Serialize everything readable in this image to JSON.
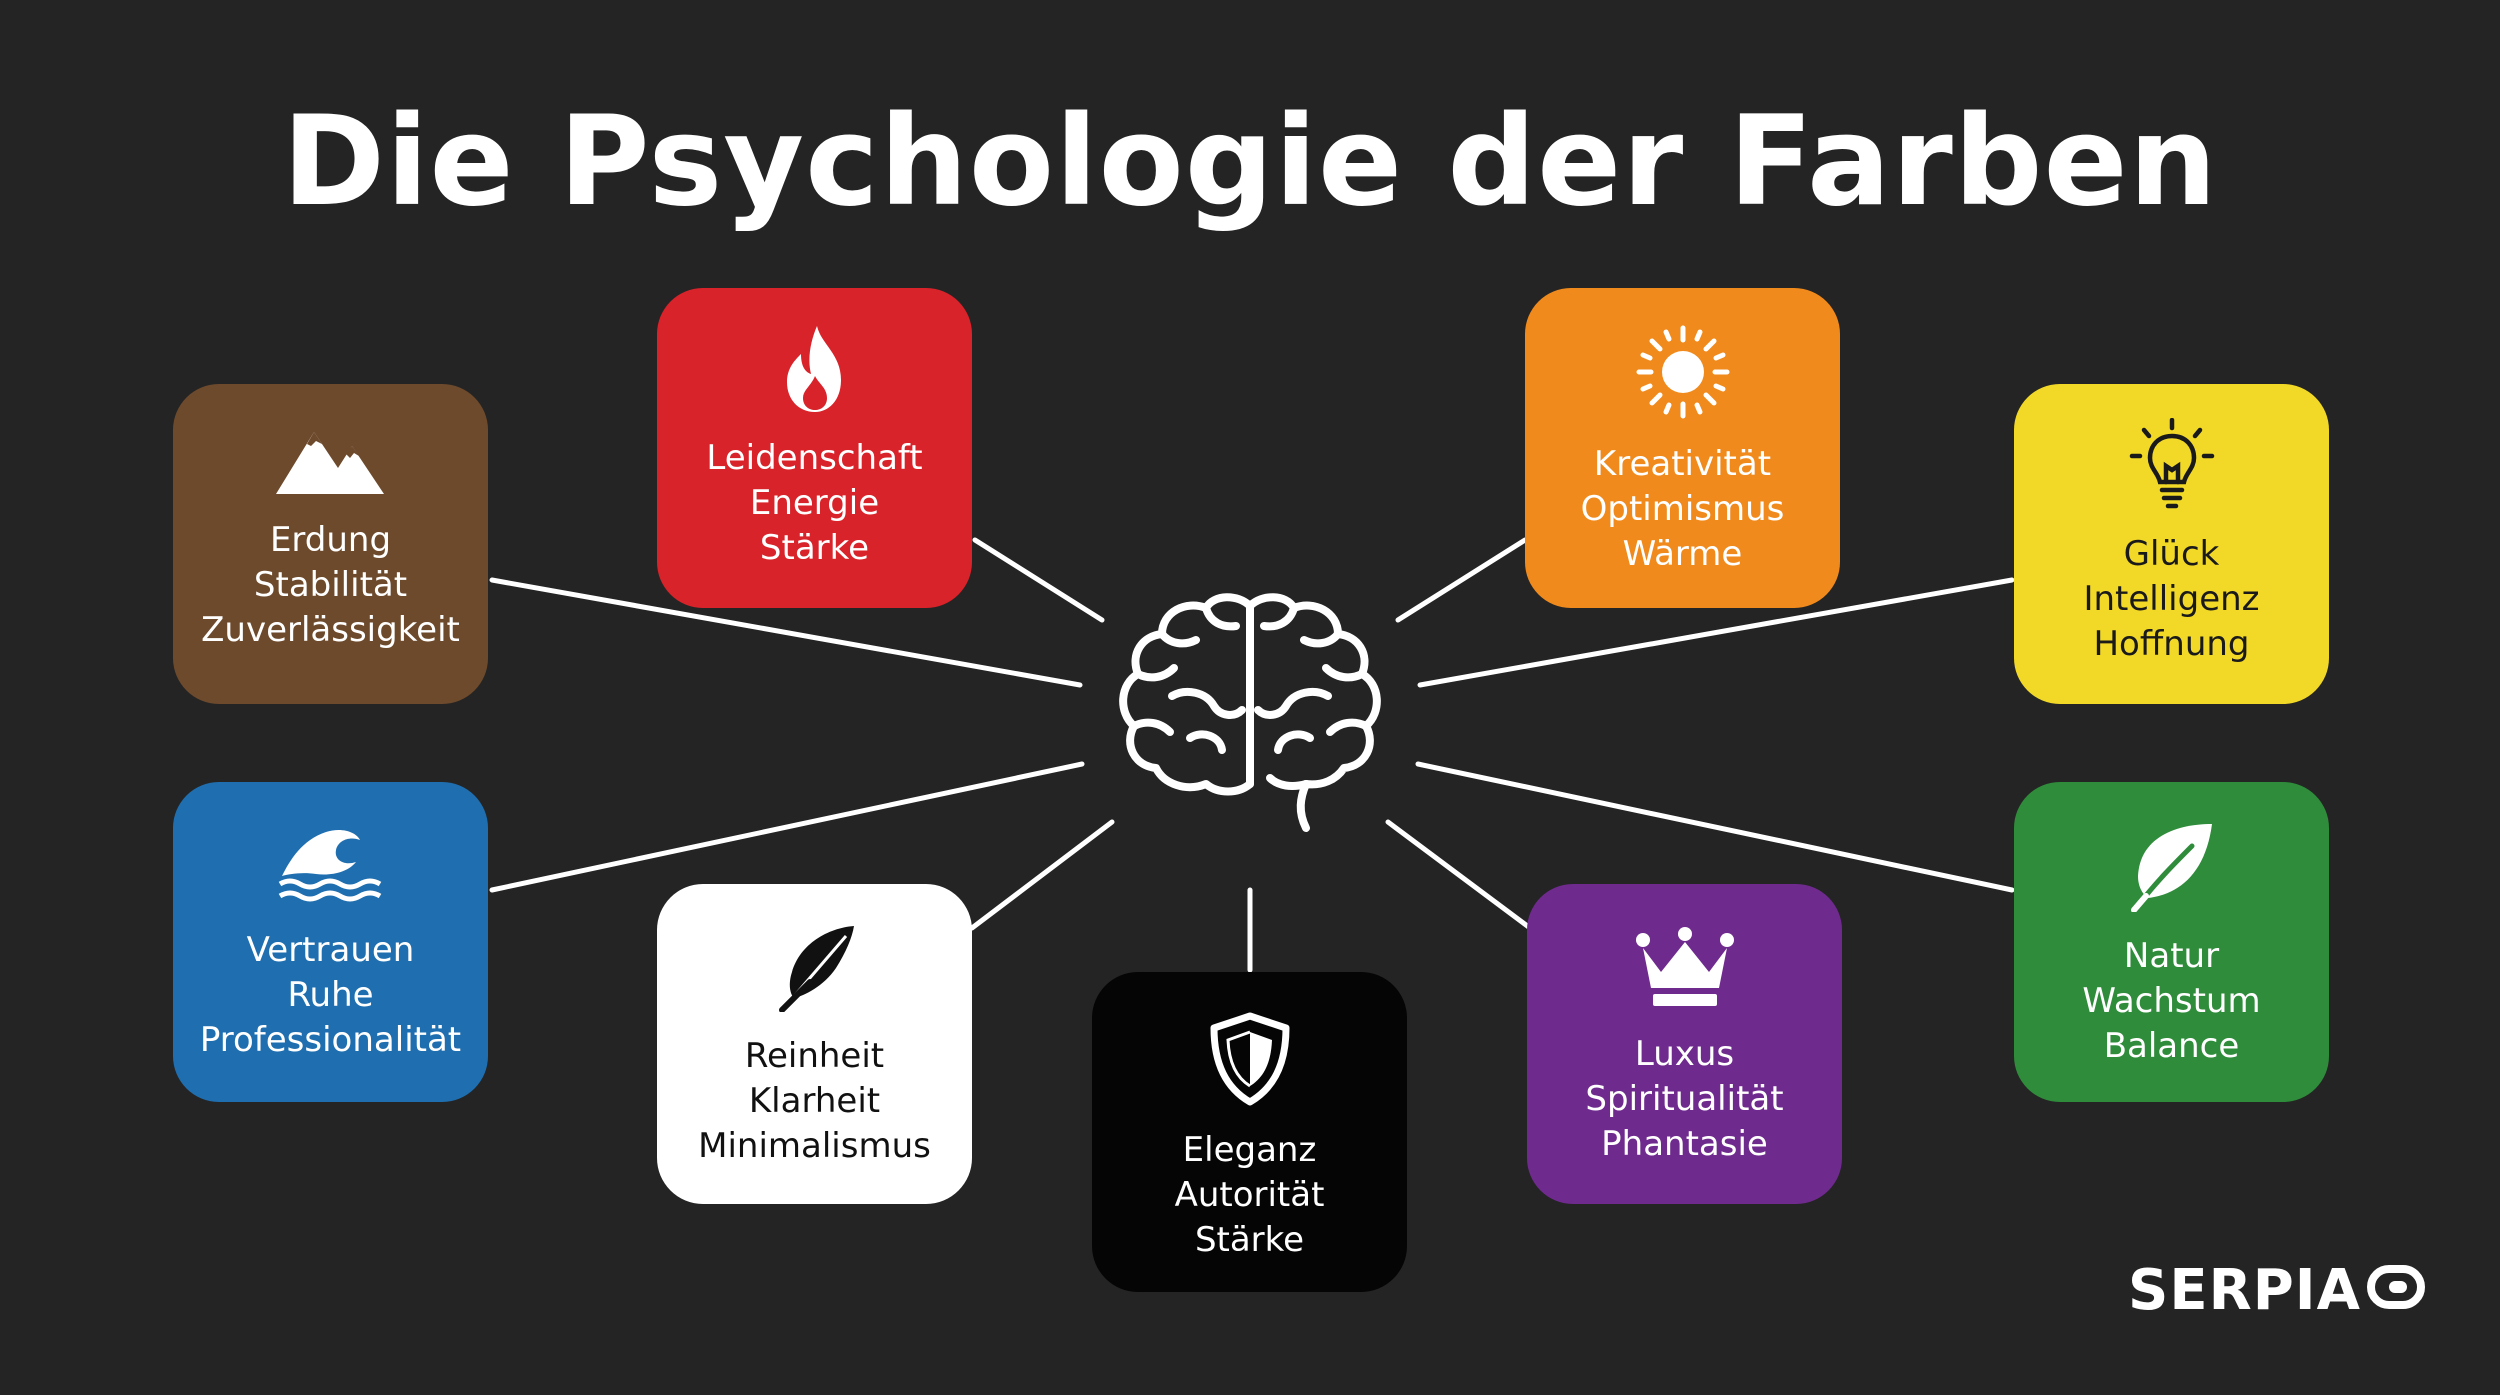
{
  "title": "Die Psychologie der Farben",
  "logo": "SERPIA",
  "cards": {
    "red": {
      "words": [
        "Leidenschaft",
        "Energie",
        "Stärke"
      ],
      "color": "#d8232a",
      "text_color": "#ffffff",
      "icon": "flame-icon"
    },
    "brown": {
      "words": [
        "Erdung",
        "Stabilität",
        "Zuverlässigkeit"
      ],
      "color": "#6e4a2c",
      "text_color": "#ffffff",
      "icon": "mountain-icon"
    },
    "blue": {
      "words": [
        "Vertrauen",
        "Ruhe",
        "Professionalität"
      ],
      "color": "#1f6fb0",
      "text_color": "#ffffff",
      "icon": "wave-icon"
    },
    "white": {
      "words": [
        "Reinheit",
        "Klarheit",
        "Minimalismus"
      ],
      "color": "#ffffff",
      "text_color": "#111111",
      "icon": "feather-icon"
    },
    "black": {
      "words": [
        "Eleganz",
        "Autorität",
        "Stärke"
      ],
      "color": "#050505",
      "text_color": "#ffffff",
      "icon": "shield-icon"
    },
    "purple": {
      "words": [
        "Luxus",
        "Spiritualität",
        "Phantasie"
      ],
      "color": "#6f2a8e",
      "text_color": "#ffffff",
      "icon": "crown-icon"
    },
    "orange": {
      "words": [
        "Kreativität",
        "Optimismus",
        "Wärme"
      ],
      "color": "#f08a1c",
      "text_color": "#ffffff",
      "icon": "sun-icon"
    },
    "yellow": {
      "words": [
        "Glück",
        "Intelligenz",
        "Hoffnung"
      ],
      "color": "#f3d927",
      "text_color": "#1a1a1a",
      "icon": "lightbulb-icon"
    },
    "green": {
      "words": [
        "Natur",
        "Wachstum",
        "Balance"
      ],
      "color": "#2f8c3b",
      "text_color": "#ffffff",
      "icon": "leaf-icon"
    }
  },
  "center_icon": "brain-icon"
}
